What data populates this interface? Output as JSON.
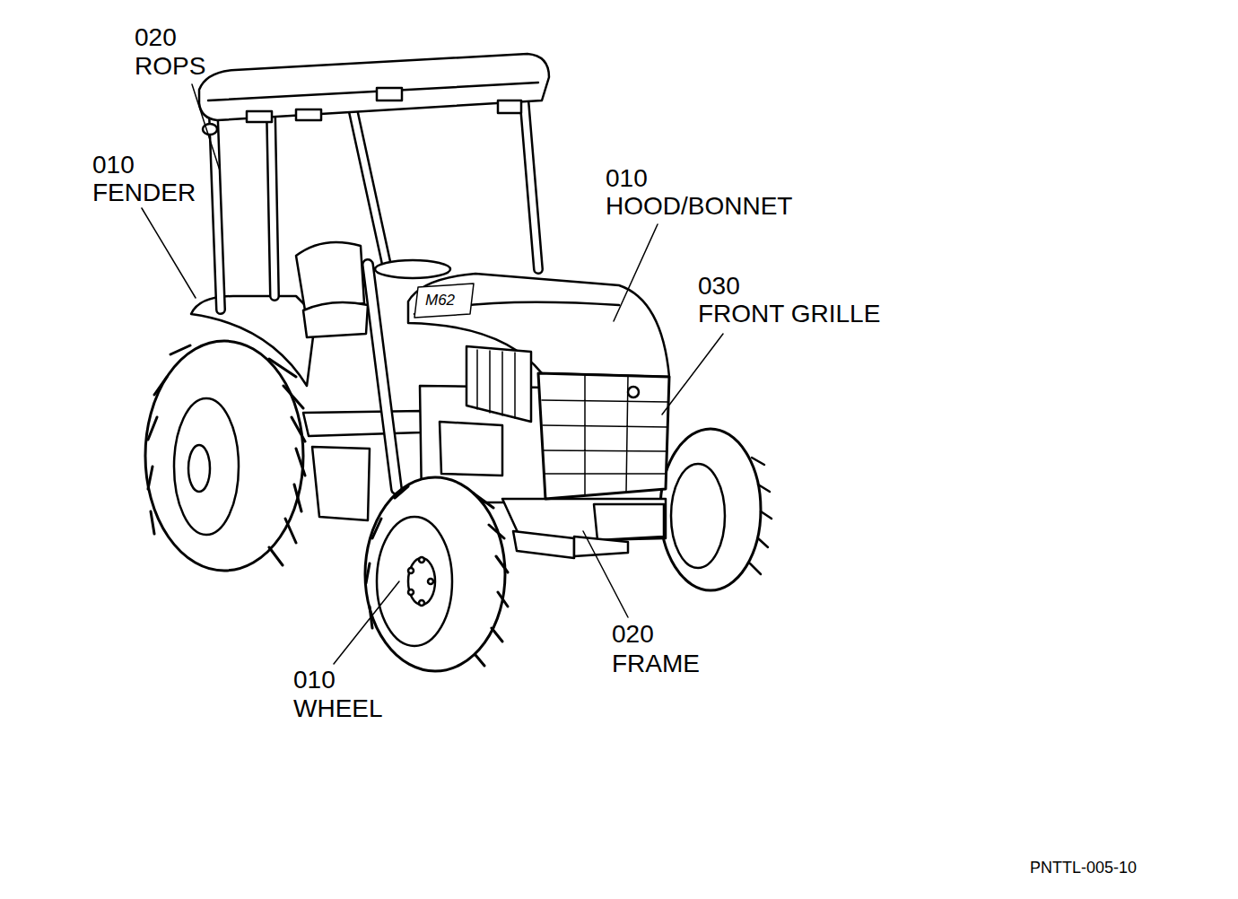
{
  "diagram": {
    "labels": [
      "020",
      "ROPS",
      "010",
      "FENDER",
      "010",
      "HOOD/BONNET",
      "030",
      "FRONT GRILLE",
      "M62",
      "020",
      "FRAME",
      "010",
      "WHEEL",
      "PNTTL-005-10"
    ]
  }
}
